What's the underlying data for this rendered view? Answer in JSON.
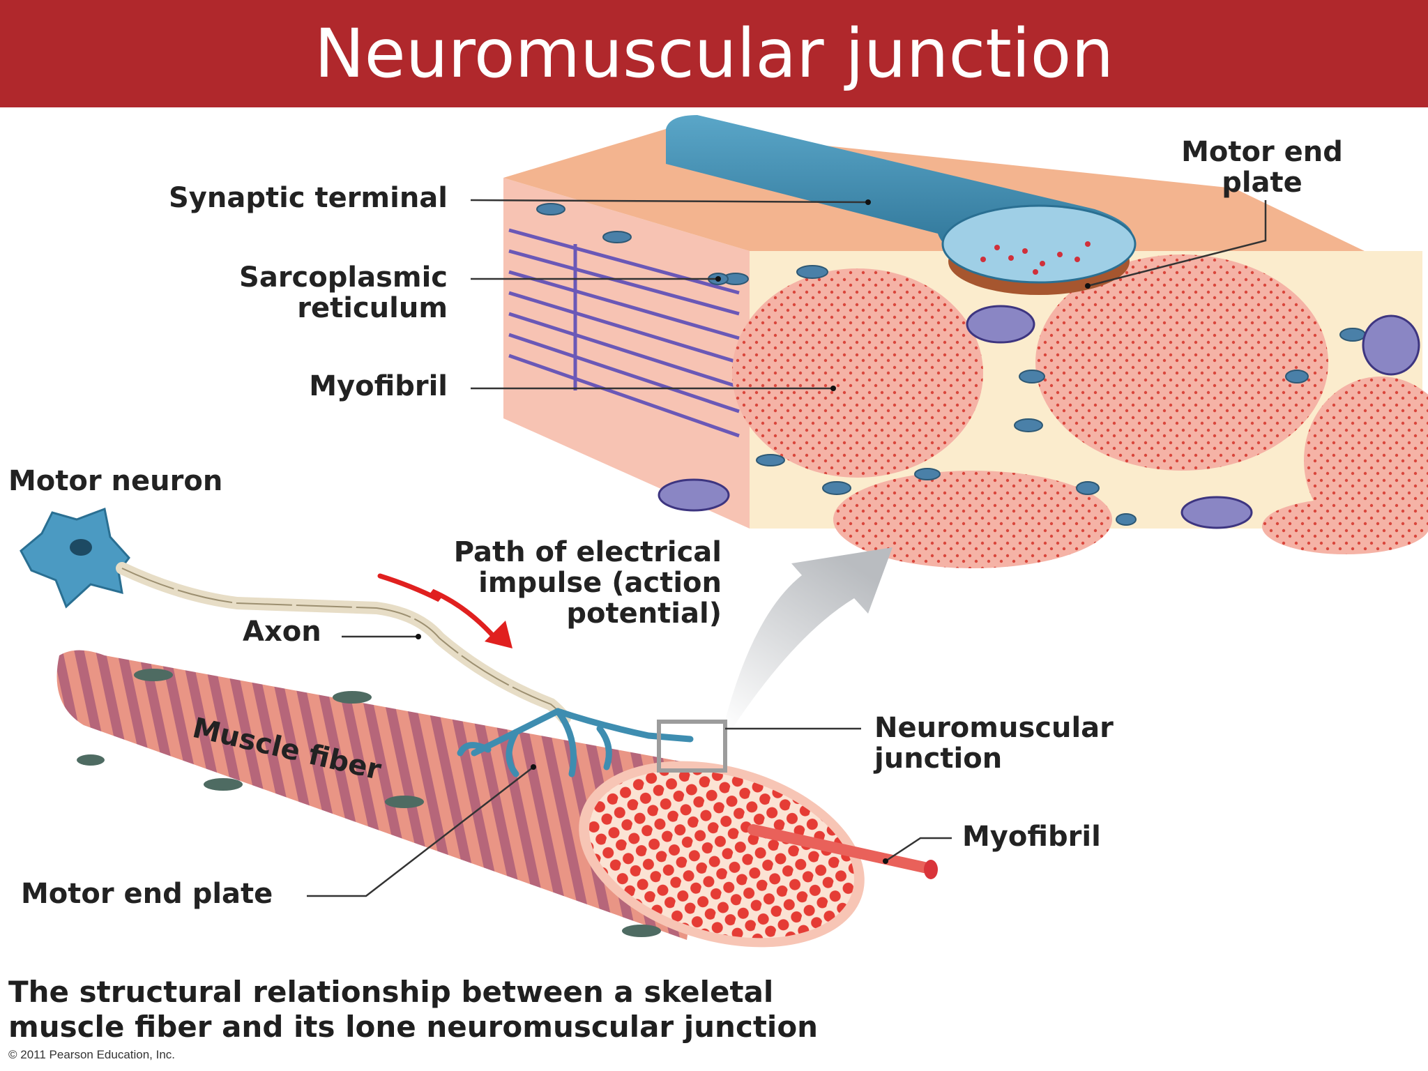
{
  "slide": {
    "title": "Neuromuscular junction",
    "title_bar_color": "#b0282c",
    "title_text_color": "#ffffff"
  },
  "labels": {
    "synaptic_terminal": "Synaptic terminal",
    "sarcoplasmic_reticulum": [
      "Sarcoplasmic",
      "reticulum"
    ],
    "myofibril_top": "Myofibril",
    "motor_end_plate_top": [
      "Motor end",
      "plate"
    ],
    "motor_neuron": "Motor neuron",
    "path_of_impulse": [
      "Path of electrical",
      "impulse (action",
      "potential)"
    ],
    "axon": "Axon",
    "muscle_fiber": "Muscle fiber",
    "neuromuscular_junction": [
      "Neuromuscular",
      "junction"
    ],
    "myofibril_bottom": "Myofibril",
    "motor_end_plate_bottom": "Motor end plate"
  },
  "caption": [
    "The structural relationship between a skeletal",
    "muscle fiber and its lone neuromuscular junction"
  ],
  "copyright": "© 2011 Pearson Education, Inc.",
  "colors": {
    "terminal_blue": "#3e8db0",
    "muscle_pink": "#f2a093",
    "myofibril_red": "#e8463f",
    "cytoplasm_cream": "#fbeccd",
    "mitochondria_purple": "#8a86c4",
    "impulse_arrow_red": "#e0201f"
  }
}
